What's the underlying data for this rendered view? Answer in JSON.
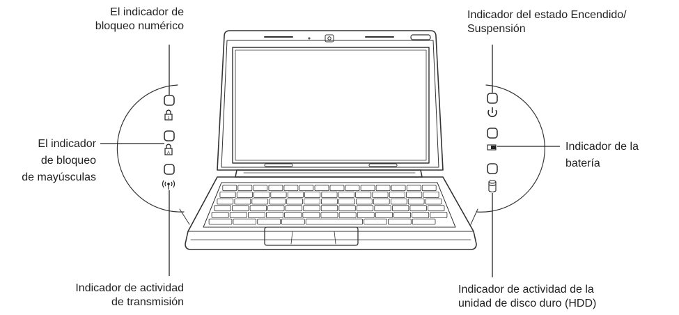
{
  "labels": {
    "num_lock": [
      "El indicador de",
      "bloqueo numérico"
    ],
    "caps_lock": [
      "El indicador",
      "de bloqueo",
      "de mayúsculas"
    ],
    "wireless": [
      "Indicador de actividad",
      "de transmisión"
    ],
    "power": [
      "Indicador del estado Encendido/",
      "Suspensión"
    ],
    "battery": [
      "Indicador de la",
      "batería"
    ],
    "hdd": [
      "Indicador de actividad de la",
      "unidad de disco duro (HDD)"
    ]
  },
  "icons": {
    "left": [
      "num-lock-icon",
      "caps-lock-icon",
      "wireless-icon"
    ],
    "right": [
      "power-icon",
      "battery-icon",
      "hdd-icon"
    ]
  },
  "colors": {
    "line": "#222222",
    "stroke": "#333333"
  }
}
